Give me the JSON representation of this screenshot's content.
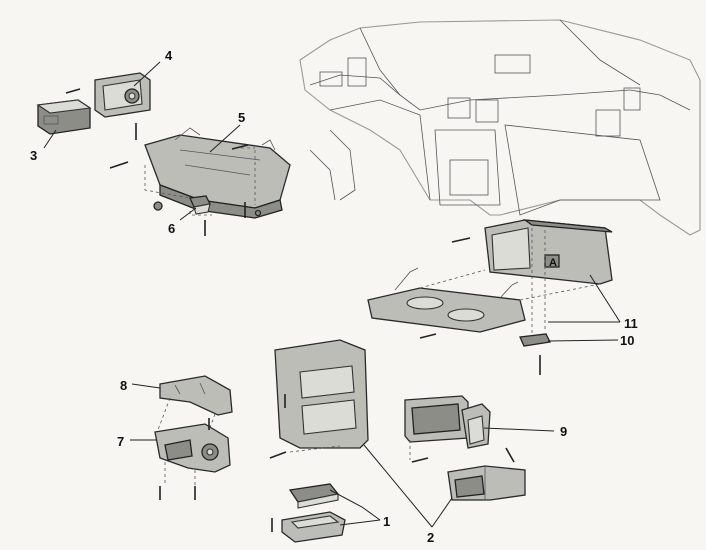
{
  "labels": {
    "l1": "1",
    "l2": "2",
    "l3": "3",
    "l4": "4",
    "l5": "5",
    "l6": "6",
    "l7": "7",
    "l8": "8",
    "l9": "9",
    "l10": "10",
    "l11": "11",
    "lA": "A"
  }
}
